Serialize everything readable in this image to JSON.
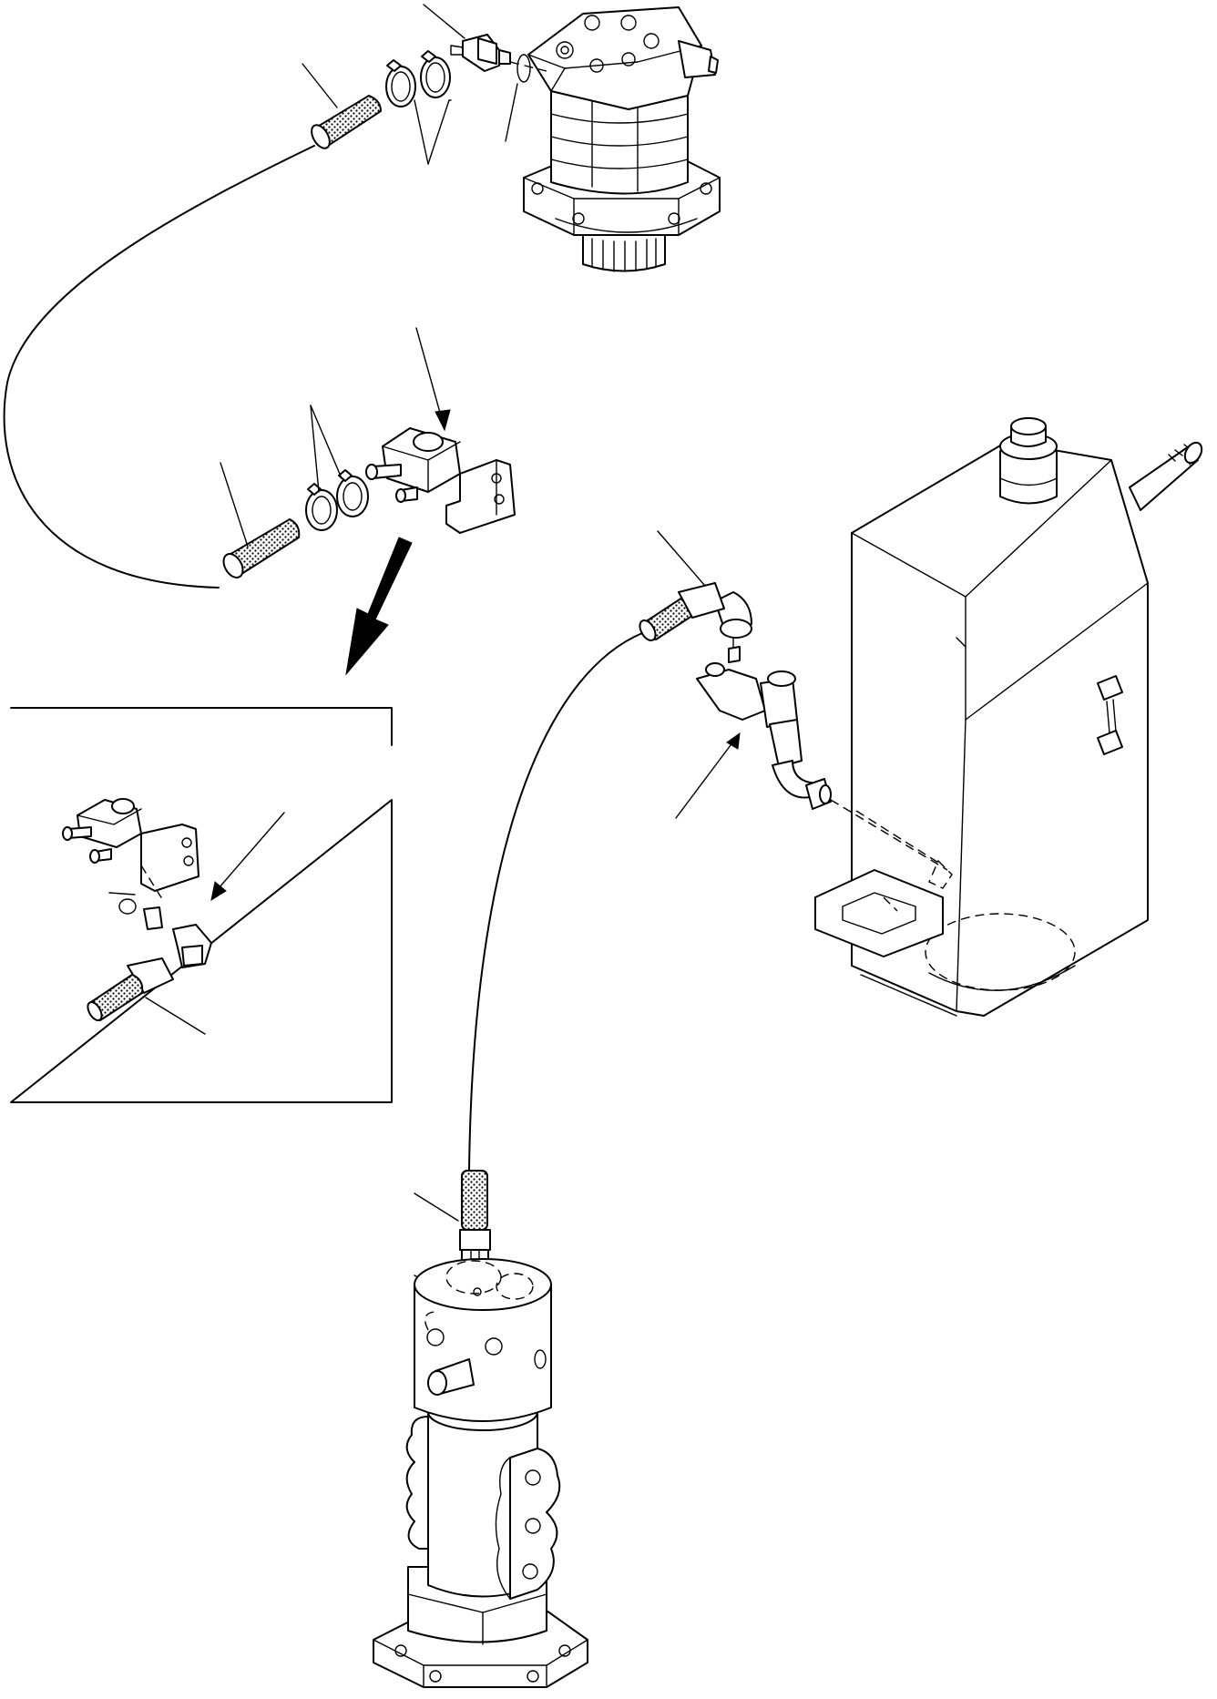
{
  "diagram": {
    "components": [
      "swing-motor",
      "hose-upper",
      "hose-lower",
      "hose-clamps-upper",
      "hose-clamps-lower",
      "drain-block-bracket",
      "detail-inset",
      "hydraulic-tank",
      "tank-drain-fitting",
      "long-hose",
      "hose-end-fitting",
      "adapter-nipple",
      "swivel-joint"
    ]
  }
}
